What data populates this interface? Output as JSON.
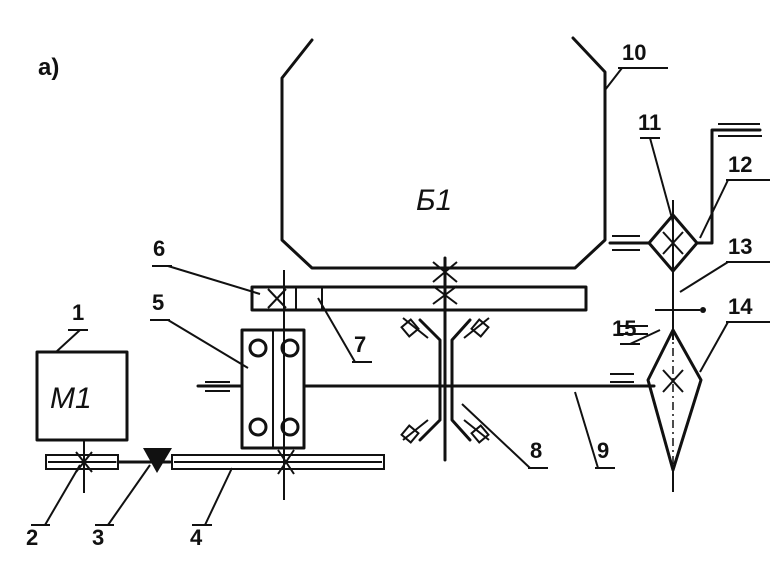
{
  "figure_label": "a)",
  "bunker_label": "Б1",
  "motor_label": "М1",
  "callouts": [
    "1",
    "2",
    "3",
    "4",
    "5",
    "6",
    "7",
    "8",
    "9",
    "10",
    "11",
    "12",
    "13",
    "14",
    "15"
  ]
}
